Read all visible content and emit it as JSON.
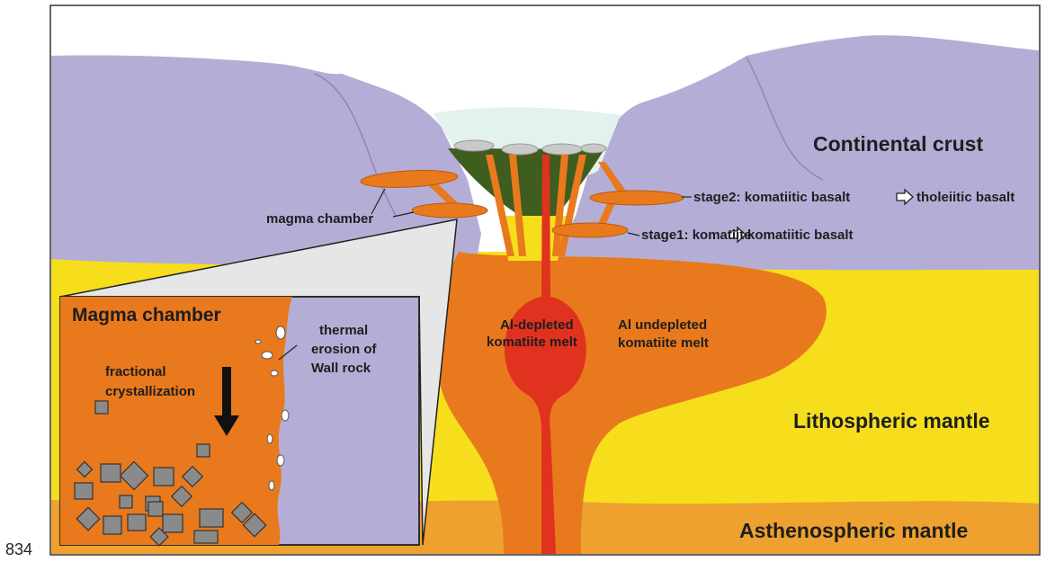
{
  "figure_number": "834",
  "labels": {
    "continental_crust": "Continental crust",
    "lithospheric_mantle": "Lithospheric mantle",
    "asthenospheric_mantle": "Asthenospheric mantle",
    "magma_chamber_callout": "magma chamber",
    "stage2": "stage2: komatiitic basalt",
    "stage2_product": "tholeiitic basalt",
    "stage1": "stage1: komatiite",
    "stage1_product": "komatiitic basalt",
    "al_depleted_line1": "Al-depleted",
    "al_depleted_line2": "komatiite melt",
    "al_undepleted_line1": "Al undepleted",
    "al_undepleted_line2": "komatiite melt"
  },
  "inset": {
    "title": "Magma chamber",
    "fractional_line1": "fractional",
    "fractional_line2": "crystallization",
    "thermal_line1": "thermal",
    "thermal_line2": "erosion of",
    "thermal_line3": "Wall rock"
  },
  "colors": {
    "crust": "#b4aed6",
    "lithosphere": "#f6de1c",
    "asthenosphere": "#eea12e",
    "plume": "#e9791d",
    "melt": "#e0321e",
    "basin_fill": "#3f5d1f",
    "sea": "#e3f2ee",
    "crystal": "#8a8a8a"
  }
}
